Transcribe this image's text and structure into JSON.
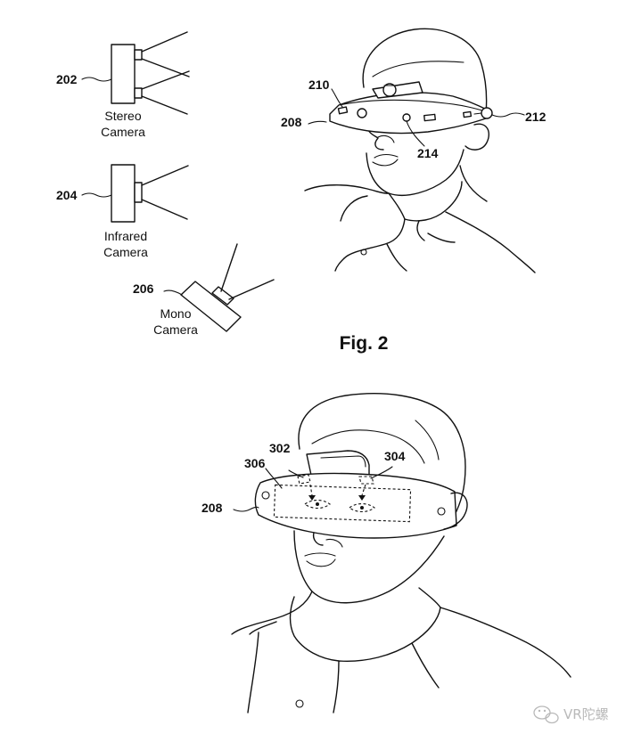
{
  "figure": {
    "caption": "Fig. 2"
  },
  "cameras": [
    {
      "ref": "202",
      "line1": "Stereo",
      "line2": "Camera"
    },
    {
      "ref": "204",
      "line1": "Infrared",
      "line2": "Camera"
    },
    {
      "ref": "206",
      "line1": "Mono",
      "line2": "Camera"
    }
  ],
  "top_headset_refs": {
    "headset": "208",
    "front_camera": "210",
    "side_camera": "212",
    "center_sensor": "214"
  },
  "bottom_headset_refs": {
    "headset": "208",
    "left_eye_sensor": "302",
    "right_eye_sensor": "304",
    "display_region": "306"
  },
  "watermark": {
    "text": "VR陀螺",
    "icon": "wechat-icon"
  }
}
